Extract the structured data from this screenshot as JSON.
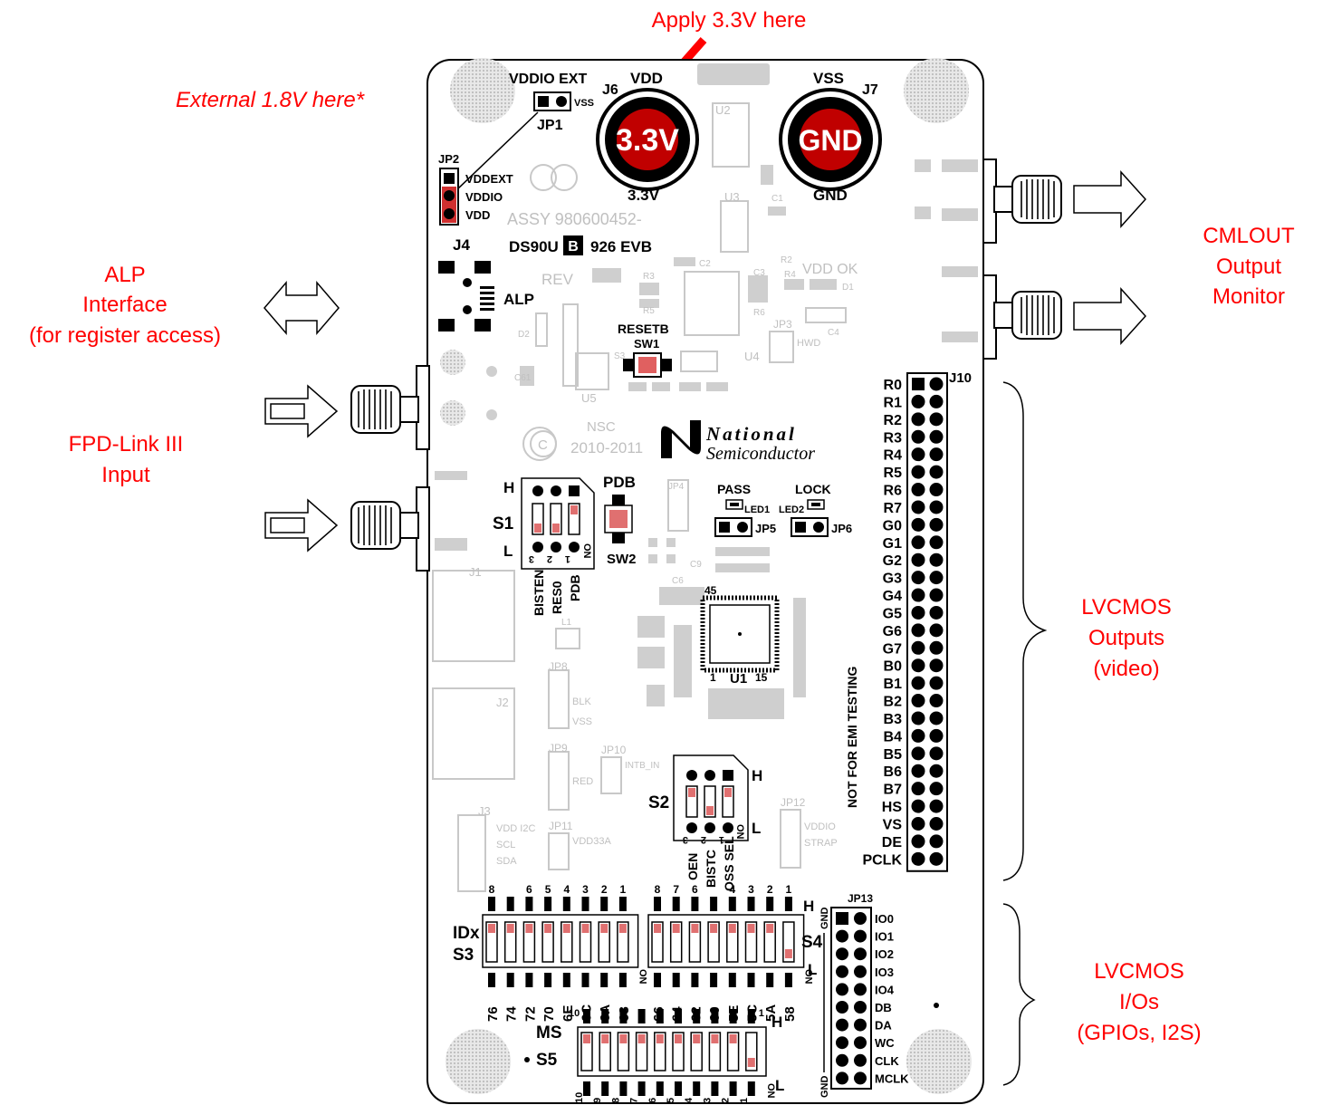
{
  "callouts": {
    "apply_vdd": "Apply 3.3V here",
    "external_18": "External 1.8V here*",
    "alp": [
      "ALP",
      "Interface",
      "(for register access)"
    ],
    "fpd": [
      "FPD-Link III",
      "Input"
    ],
    "cmlout": [
      "CMLOUT",
      "Output",
      "Monitor"
    ],
    "lvcmos_out": [
      "LVCMOS",
      "Outputs",
      "(video)"
    ],
    "lvcmos_io": [
      "LVCMOS",
      "I/Os",
      "(GPIOs, I2S)"
    ]
  },
  "board": {
    "jp1": {
      "top": "VDDIO EXT",
      "pin_label": "VSS",
      "name": "JP1"
    },
    "j6": {
      "name": "J6",
      "top": "VDD",
      "face": "3.3V",
      "bottom": "3.3V"
    },
    "j7": {
      "name": "J7",
      "top": "VSS",
      "face": "GND",
      "bottom": "GND"
    },
    "jp2": {
      "name": "JP2",
      "labels": [
        "VDDEXT",
        "VDDIO",
        "VDD"
      ]
    },
    "assy": "ASSY 980600452-",
    "model": {
      "prefix": "DS90U",
      "rev": "B",
      "suffix": "926 EVB"
    },
    "j4": {
      "name": "J4",
      "label": "ALP"
    },
    "reset": {
      "label": "RESETB",
      "switch": "SW1"
    },
    "nsc": "NSC",
    "copyright": "2010-2011",
    "national": "National",
    "semiconductor": "Semiconductor",
    "rev_label": "REV",
    "vdd_ok": "VDD OK",
    "s1": {
      "name": "S1",
      "high": "H",
      "low": "L",
      "on": "ON",
      "numbers": [
        "3",
        "2",
        "1"
      ],
      "labels": [
        "BISTEN",
        "RES0",
        "PDB"
      ]
    },
    "pdb": {
      "label": "PDB",
      "switch": "SW2"
    },
    "pass": {
      "label": "PASS",
      "led": "LED1",
      "jumper": "JP5"
    },
    "lock": {
      "label": "LOCK",
      "led": "LED2",
      "jumper": "JP6"
    },
    "u1": {
      "name": "U1",
      "pin1": "1",
      "pin15": "15",
      "pin45": "45"
    },
    "emi": "NOT FOR EMI TESTING",
    "s2": {
      "name": "S2",
      "high": "H",
      "low": "L",
      "on": "ON",
      "numbers": [
        "3",
        "2",
        "1"
      ],
      "labels": [
        "OEN",
        "BISTC",
        "OSS SEL"
      ]
    },
    "ghost_labels": [
      "U2",
      "U3",
      "U4",
      "U5",
      "J1",
      "J2",
      "J3",
      "JP3",
      "JP4",
      "JP8",
      "JP9",
      "JP10",
      "JP11",
      "JP12",
      "C4",
      "C61",
      "D2",
      "S3",
      "C9",
      "C6",
      "L1",
      "BLK",
      "VSS",
      "RED",
      "VDD I2C",
      "SCL",
      "SDA",
      "VDD33A",
      "VDDIO",
      "STRAP",
      "INTB_IN",
      "HWD",
      "R3",
      "R5",
      "R6",
      "C1",
      "C2",
      "C3",
      "R2",
      "R4",
      "D1"
    ],
    "j10": {
      "name": "J10",
      "pins": [
        "R0",
        "R1",
        "R2",
        "R3",
        "R4",
        "R5",
        "R6",
        "R7",
        "G0",
        "G1",
        "G2",
        "G3",
        "G4",
        "G5",
        "G6",
        "G7",
        "B0",
        "B1",
        "B2",
        "B3",
        "B4",
        "B5",
        "B6",
        "B7",
        "HS",
        "VS",
        "DE",
        "PCLK"
      ]
    },
    "s3": {
      "name": "S3",
      "idx": "IDx",
      "on": "ON",
      "top_numbers": [
        "8",
        "6",
        "5",
        "4",
        "3",
        "2",
        "1"
      ],
      "bottom_labels": [
        "76",
        "74",
        "72",
        "70",
        "6E",
        "6C",
        "6A",
        "68"
      ]
    },
    "s4": {
      "name": "S4",
      "high": "H",
      "low": "L",
      "on": "ON",
      "top_numbers": [
        "8",
        "7",
        "6",
        "4",
        "3",
        "2",
        "1"
      ],
      "bottom_labels": [
        "66",
        "64",
        "62",
        "60",
        "5E",
        "5C",
        "5A",
        "58"
      ]
    },
    "s5": {
      "name": "S5",
      "ms": "MS",
      "high": "H",
      "low": "L",
      "on": "ON",
      "top_left": "10",
      "top_right": "1",
      "bottom_numbers": [
        "10",
        "9",
        "8",
        "7",
        "6",
        "5",
        "4",
        "3",
        "2",
        "1"
      ]
    },
    "jp13": {
      "name": "JP13",
      "gnd": "GND",
      "pins": [
        "IO0",
        "IO1",
        "IO2",
        "IO3",
        "IO4",
        "DB",
        "DA",
        "WC",
        "CLK",
        "MCLK"
      ]
    }
  }
}
